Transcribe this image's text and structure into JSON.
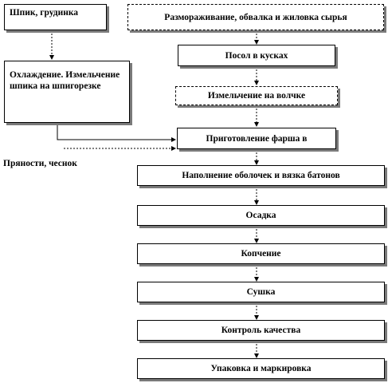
{
  "side": {
    "raw_meat": "Шпик, грудинка",
    "cooling": "Охлаждение. Измельчение шпика на шпигорезке",
    "spices": "Пряности, чеснок"
  },
  "steps": [
    "Размораживание, обвалка и жиловка сырья",
    "Посол в кусках",
    "Измельчение на волчке",
    "Приготовление фарша в",
    "Наполнение оболочек и вязка батонов",
    "Осадка",
    "Копчение",
    "Сушка",
    "Контроль качества",
    "Упаковка и маркировка"
  ]
}
